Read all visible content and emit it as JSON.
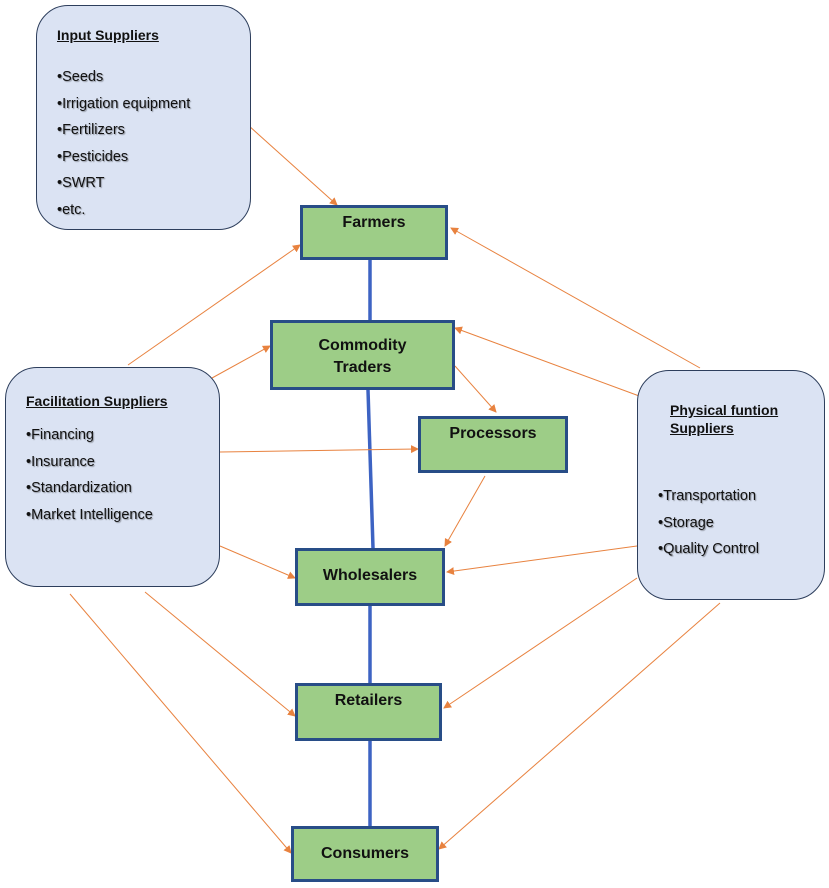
{
  "colors": {
    "actor_fill": "#9dcd87",
    "actor_border": "#284d87",
    "chain_line": "#3d63c3",
    "supplier_fill": "#dbe3f3",
    "supplier_border": "#2d3e5c",
    "arrow": "#e8823f"
  },
  "input_suppliers": {
    "title": "Input Suppliers",
    "items": [
      "Seeds",
      "Irrigation equipment",
      "Fertilizers",
      "Pesticides",
      "SWRT",
      "etc."
    ]
  },
  "facilitation_suppliers": {
    "title": "Facilitation Suppliers",
    "items": [
      "Financing",
      "Insurance",
      "Standardization",
      "Market Intelligence"
    ]
  },
  "physical_suppliers": {
    "title_line1": "Physical funtion",
    "title_line2": "Suppliers",
    "items": [
      "Transportation",
      "Storage",
      "Quality Control"
    ]
  },
  "actors": {
    "farmers": "Farmers",
    "commodity_traders_line1": "Commodity",
    "commodity_traders_line2": "Traders",
    "processors": "Processors",
    "wholesalers": "Wholesalers",
    "retailers": "Retailers",
    "consumers": "Consumers"
  }
}
